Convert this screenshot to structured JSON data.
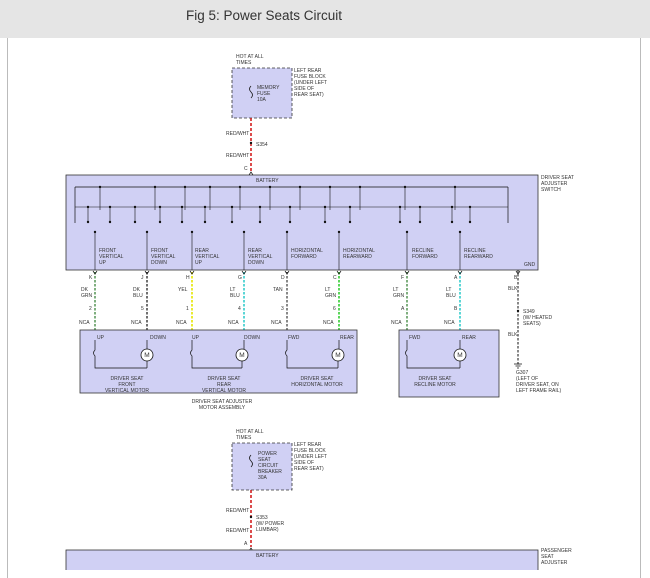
{
  "header": {
    "title": "Fig 5: Power Seats Circuit"
  },
  "colors": {
    "header_bg": "#e5e5e5",
    "box_fill": "#d0d0f4",
    "box_stroke": "#333333",
    "red": "#cc0000",
    "dark_green": "#2a7a2a",
    "yellow": "#e6e600",
    "light_blue": "#33cccc",
    "light_green": "#33cc33",
    "black": "#111111"
  },
  "fuse_block_1": {
    "source": [
      "HOT AT ALL",
      "TIMES"
    ],
    "location": [
      "LEFT REAR",
      "FUSE BLOCK",
      "(UNDER LEFT",
      "SIDE OF",
      "REAR SEAT)"
    ],
    "fuse": [
      "MEMORY",
      "FUSE",
      "10A"
    ]
  },
  "feed_1": {
    "wire_top": "RED/WHT",
    "splice": "S354",
    "wire_bottom": "RED/WHT",
    "pin": "C"
  },
  "switch": {
    "battery_label": "BATTERY",
    "name": [
      "DRIVER SEAT",
      "ADJUSTER",
      "SWITCH"
    ],
    "functions": [
      {
        "lines": [
          "FRONT",
          "VERTICAL",
          "UP"
        ]
      },
      {
        "lines": [
          "FRONT",
          "VERTICAL",
          "DOWN"
        ]
      },
      {
        "lines": [
          "REAR",
          "VERTICAL",
          "UP"
        ]
      },
      {
        "lines": [
          "REAR",
          "VERTICAL",
          "DOWN"
        ]
      },
      {
        "lines": [
          "HORIZONTAL",
          "FORWARD"
        ]
      },
      {
        "lines": [
          "HORIZONTAL",
          "REARWARD"
        ]
      },
      {
        "lines": [
          "RECLINE",
          "FORWARD"
        ]
      },
      {
        "lines": [
          "RECLINE",
          "REARWARD"
        ]
      }
    ],
    "gnd_label": "GND"
  },
  "wires": [
    {
      "top_pin": "K",
      "color_lines": [
        "DK",
        "GRN"
      ],
      "bottom_pin": "2",
      "nca": "NCA"
    },
    {
      "top_pin": "J",
      "color_lines": [
        "DK",
        "BLU"
      ],
      "bottom_pin": "5",
      "nca": "NCA"
    },
    {
      "top_pin": "H",
      "color_lines": [
        "YEL"
      ],
      "bottom_pin": "1",
      "nca": "NCA"
    },
    {
      "top_pin": "G",
      "color_lines": [
        "LT",
        "BLU"
      ],
      "bottom_pin": "4",
      "nca": "NCA"
    },
    {
      "top_pin": "D",
      "color_lines": [
        "TAN"
      ],
      "bottom_pin": "3",
      "nca": "NCA"
    },
    {
      "top_pin": "C",
      "color_lines": [
        "LT",
        "GRN"
      ],
      "bottom_pin": "6",
      "nca": "NCA"
    },
    {
      "top_pin": "F",
      "color_lines": [
        "LT",
        "GRN"
      ],
      "bottom_pin": "A",
      "nca": "NCA"
    },
    {
      "top_pin": "A",
      "color_lines": [
        "LT",
        "BLU"
      ],
      "bottom_pin": "B",
      "nca": "NCA"
    }
  ],
  "ground_wire": {
    "top_pin": "B",
    "color": "BLK",
    "splice_lines": [
      "S349",
      "(W/ HEATED",
      "SEATS)"
    ],
    "color_below": "BLK",
    "ground_lines": [
      "G307",
      "(LEFT OF",
      "DRIVER SEAT, ON",
      "LEFT FRAME RAIL)"
    ]
  },
  "motors": [
    {
      "terminals": [
        "UP",
        "DOWN"
      ],
      "name": [
        "DRIVER SEAT",
        "FRONT",
        "VERTICAL MOTOR"
      ]
    },
    {
      "terminals": [
        "UP",
        "DOWN"
      ],
      "name": [
        "DRIVER SEAT",
        "REAR",
        "VERTICAL MOTOR"
      ]
    },
    {
      "terminals": [
        "FWD",
        "REAR"
      ],
      "name": [
        "DRIVER SEAT",
        "HORIZONTAL MOTOR"
      ]
    },
    {
      "terminals": [
        "FWD",
        "REAR"
      ],
      "name": [
        "DRIVER SEAT",
        "RECLINE MOTOR"
      ]
    }
  ],
  "motor_symbol": "M",
  "assembly_name": [
    "DRIVER SEAT ADJUSTER",
    "MOTOR ASSEMBLY"
  ],
  "fuse_block_2": {
    "source": [
      "HOT AT ALL",
      "TIMES"
    ],
    "location": [
      "LEFT REAR",
      "FUSE BLOCK",
      "(UNDER LEFT",
      "SIDE OF",
      "REAR SEAT)"
    ],
    "breaker": [
      "POWER",
      "SEAT",
      "CIRCUIT",
      "BREAKER",
      "30A"
    ]
  },
  "feed_2": {
    "wire_top": "RED/WHT",
    "splice_lines": [
      "S353",
      "(W/ POWER",
      "LUMBAR)"
    ],
    "wire_bottom": "RED/WHT",
    "pin": "A"
  },
  "passenger_switch": {
    "battery_label": "BATTERY",
    "name": [
      "PASSENGER",
      "SEAT",
      "ADJUSTER"
    ]
  }
}
